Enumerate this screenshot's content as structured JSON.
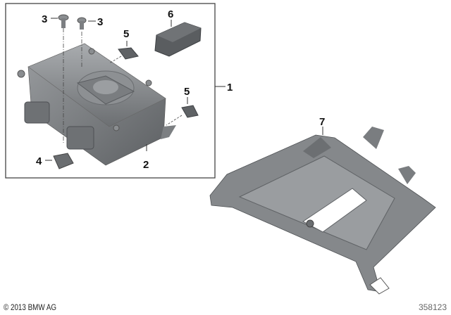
{
  "diagram": {
    "callouts": [
      "1",
      "2",
      "3",
      "3",
      "4",
      "5",
      "5",
      "6",
      "7"
    ],
    "parts": {
      "p1": "1",
      "p2": "2",
      "p3a": "3",
      "p3b": "3",
      "p4": "4",
      "p5a": "5",
      "p5b": "5",
      "p6": "6",
      "p7": "7"
    }
  },
  "footer": {
    "copyright": "© 2013 BMW AG",
    "diagram_number": "358123"
  },
  "colors": {
    "part_gray": "#8a8d90",
    "part_dark": "#5f6265",
    "frame": "#444444"
  }
}
